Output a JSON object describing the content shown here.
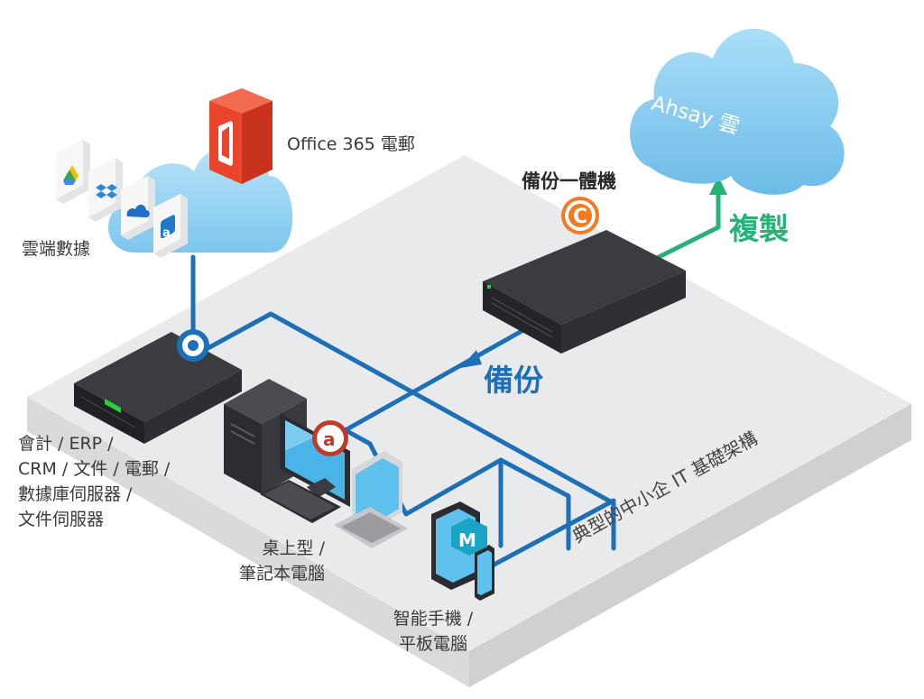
{
  "labels": {
    "office365": "Office 365 電郵",
    "cloud_data": "雲端數據",
    "appliance": "備份一體機",
    "ahsay_cloud": "Ahsay 雲",
    "replicate": "複製",
    "backup": "備份",
    "server_lines": [
      "會計 / ERP /",
      "CRM / 文件 / 電郵 /",
      "數據庫伺服器 /",
      "文件伺服器"
    ],
    "desktop_lines": [
      "桌上型 /",
      "筆記本電腦"
    ],
    "mobile_lines": [
      "智能手機 /",
      "平板電腦"
    ],
    "plane": "典型的中小企 IT 基礎架構"
  },
  "icons": [
    "google-drive-icon",
    "dropbox-icon",
    "onedrive-icon",
    "amazon-drive-icon",
    "office365-icon",
    "ahsay-c-icon",
    "ahsay-a-icon",
    "ahsay-m-icon",
    "ahsay-o-icon"
  ],
  "colors": {
    "link_blue": "#1d6fb8",
    "replicate_green": "#27b378",
    "cloud_blue": "#8fd0f3",
    "office_red": "#e8452c",
    "ahsay_orange": "#f47a20",
    "ahsay_red": "#c0392b",
    "ahsay_teal": "#1aa4c6"
  }
}
